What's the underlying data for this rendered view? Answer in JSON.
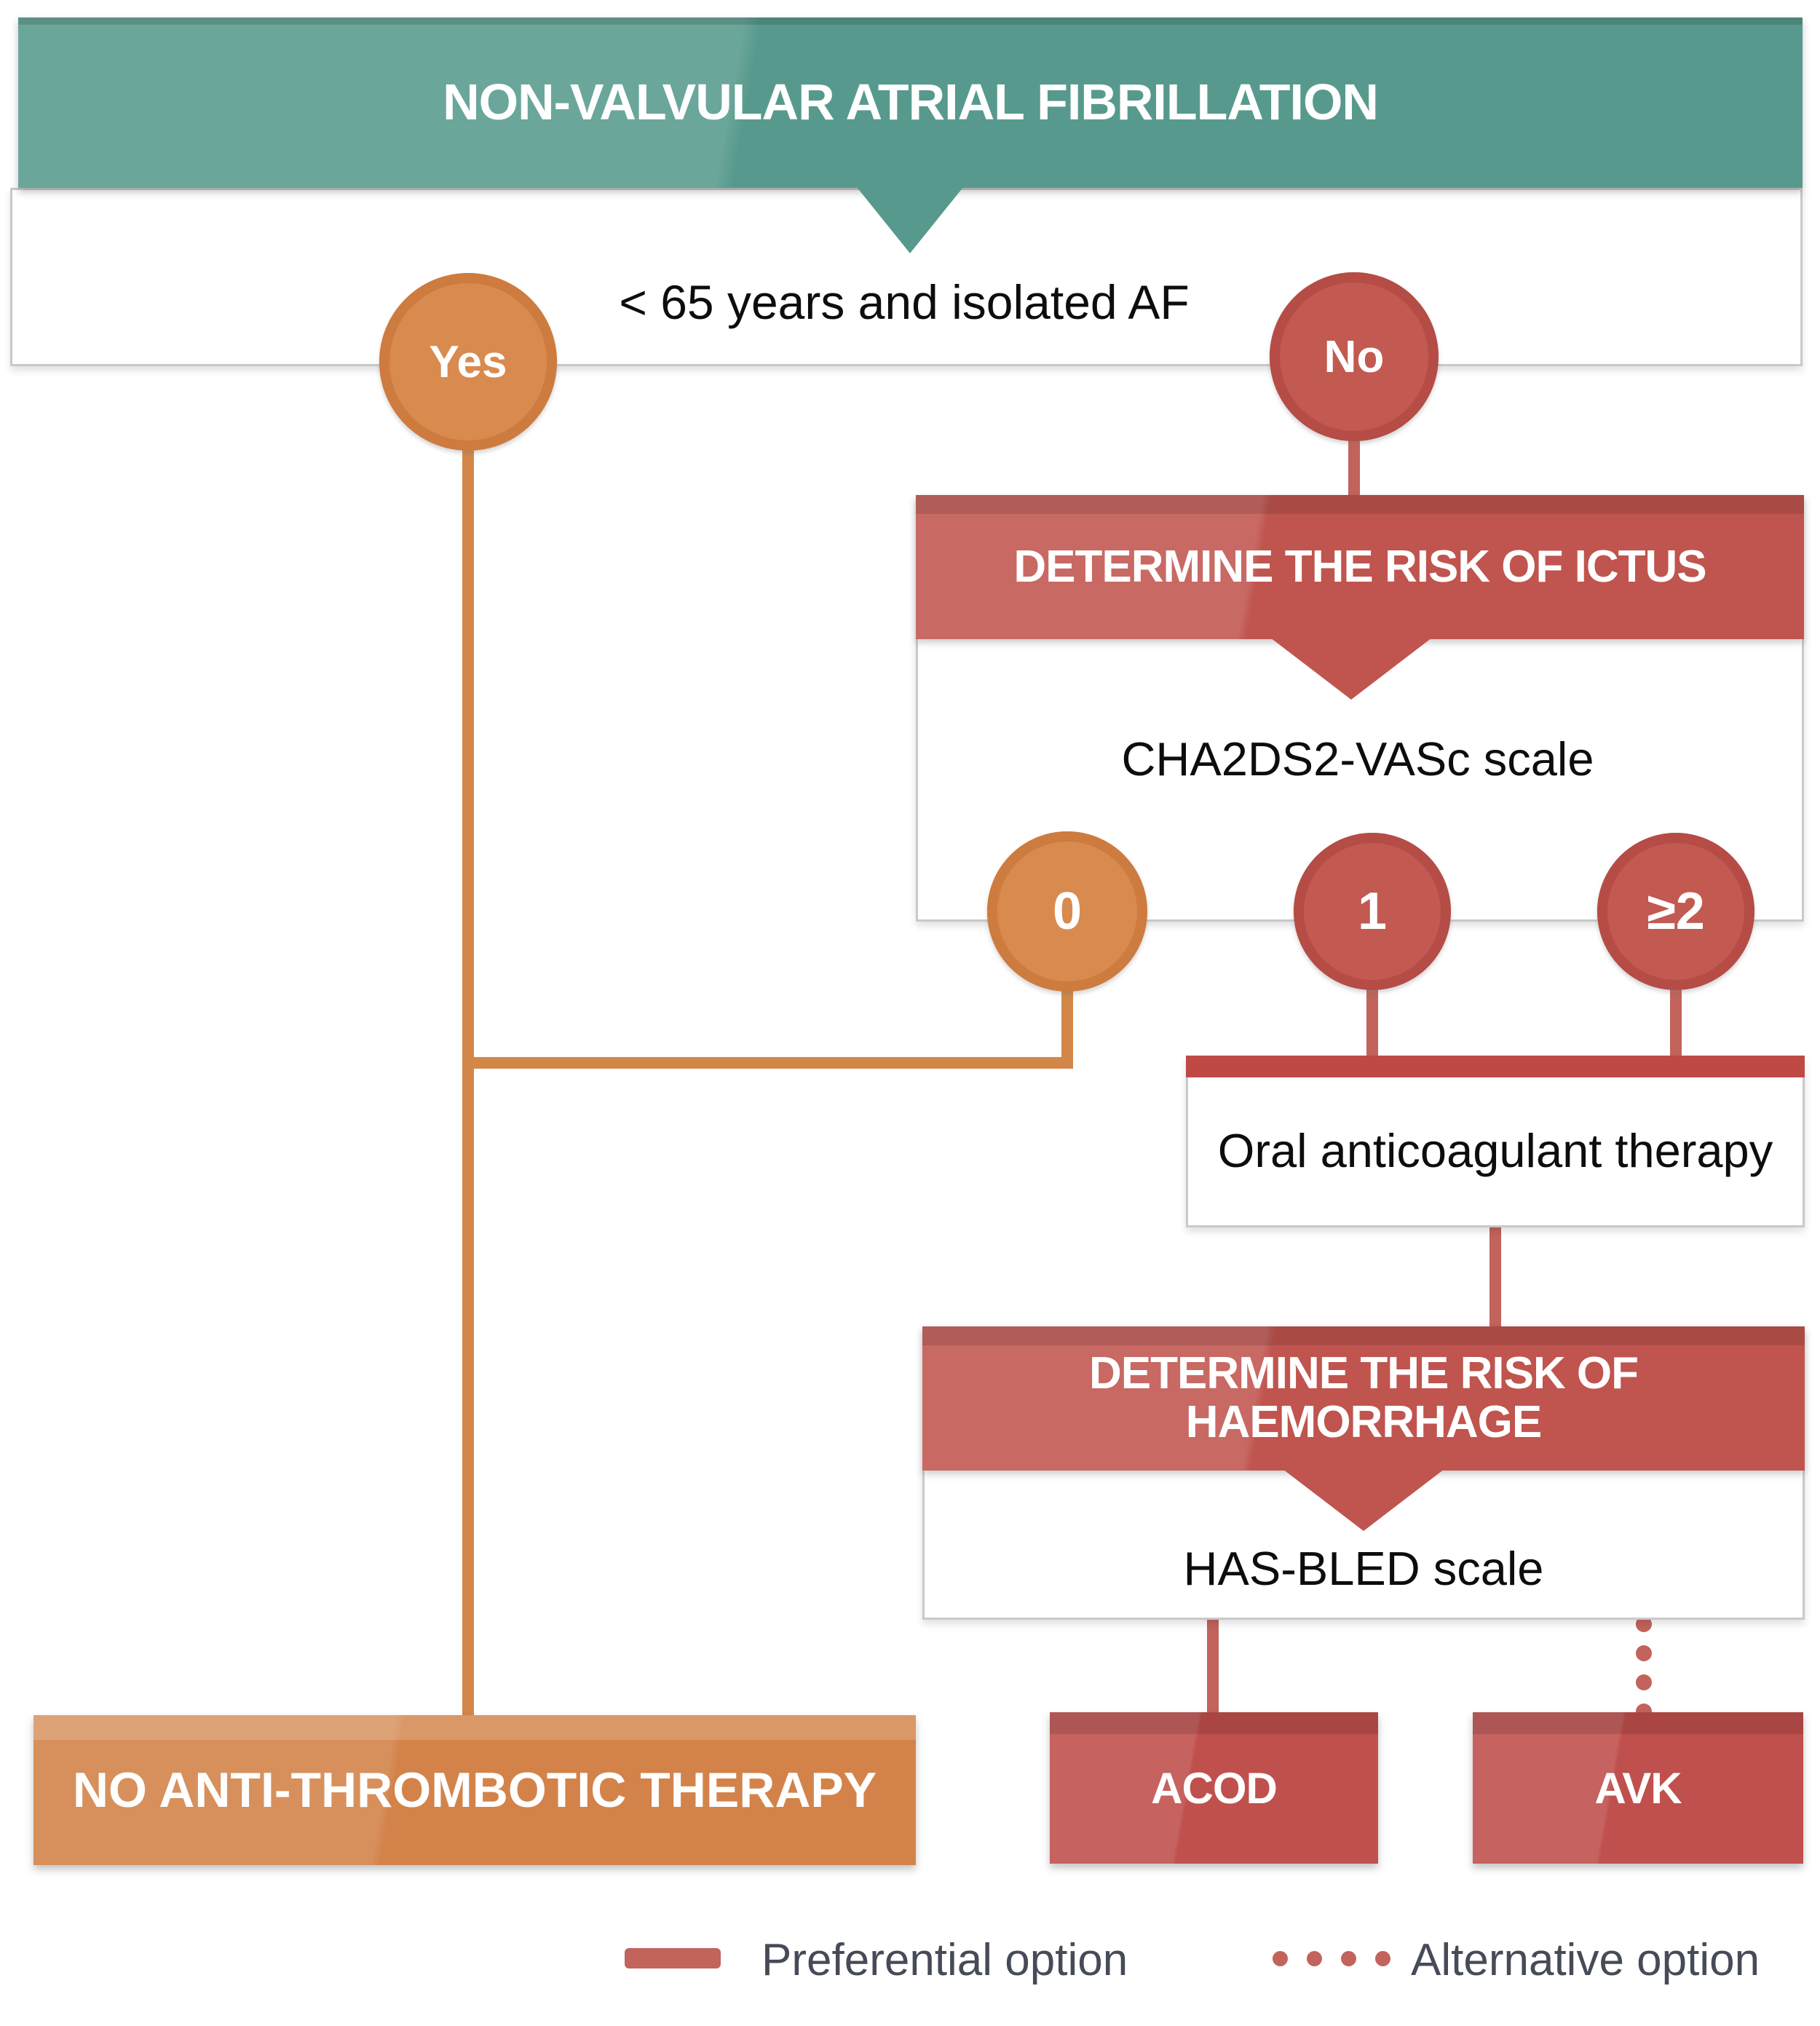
{
  "top_banner": {
    "title": "NON-VALVULAR ATRIAL FIBRILLATION"
  },
  "question": {
    "text": "< 65 years and isolated AF",
    "yes_label": "Yes",
    "no_label": "No"
  },
  "ictus": {
    "banner": "DETERMINE THE RISK OF ICTUS",
    "scale": "CHA2DS2-VASc scale",
    "options": [
      "0",
      "1",
      "≥2"
    ]
  },
  "oral": {
    "text": "Oral anticoagulant therapy"
  },
  "haemorrhage": {
    "banner_line1": "DETERMINE THE RISK OF",
    "banner_line2": "HAEMORRHAGE",
    "scale": "HAS-BLED scale"
  },
  "outcomes": {
    "no_therapy": "NO ANTI-THROMBOTIC THERAPY",
    "acod": "ACOD",
    "avk": "AVK"
  },
  "legend": {
    "preferential": "Preferential option",
    "alternative": "Alternative option"
  },
  "palette": {
    "teal": "#579a8d",
    "banner_red": "#c0544e",
    "node_red": "#c25a52",
    "node_orange": "#d98a4f",
    "connector_orange": "#d28748",
    "connector_red": "#c2635c",
    "outcome_orange": "#d3834a",
    "outcome_red": "#c0504d",
    "legend_text": "#454b57"
  }
}
